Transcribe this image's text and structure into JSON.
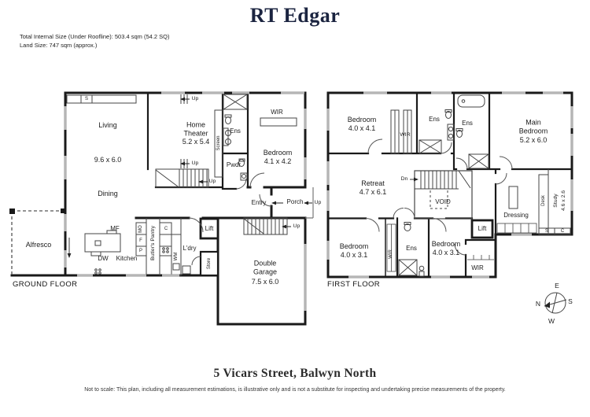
{
  "header": {
    "brand": "RT Edgar",
    "info_line1": "Total Internal Size (Under Roofline): 503.4 sqm (54.2 SQ)",
    "info_line2": "Land Size: 747 sqm (approx.)"
  },
  "gf": {
    "label": "GROUND FLOOR",
    "living": {
      "name": "Living",
      "dims": "9.6 x 6.0"
    },
    "dining": "Dining",
    "home_theater": {
      "name": "Home Theater",
      "dims": "5.2 x 5.4"
    },
    "screen": "Screen",
    "ens": "Ens",
    "pwdr": "Pwdr",
    "wir": "WIR",
    "bedroom": {
      "name": "Bedroom",
      "dims": "4.1 x 4.2"
    },
    "entry": "Entry",
    "porch": "Porch",
    "up": "Up",
    "lift": "Lift",
    "ldry": "L'dry",
    "store": "Store",
    "alfresco": "Alfresco",
    "kitchen": "Kitchen",
    "butlers_pantry": "Butler's Pantry",
    "appliances": {
      "mf": "MF",
      "dw": "DW",
      "mo": "MO",
      "f": "F",
      "p": "P",
      "c": "C",
      "wm": "WM",
      "s": "S"
    },
    "garage": {
      "name": "Double Garage",
      "dims": "7.5 x 6.0"
    }
  },
  "ff": {
    "label": "FIRST FLOOR",
    "bedroom1": {
      "name": "Bedroom",
      "dims": "4.0 x 4.1"
    },
    "main_bedroom": {
      "name": "Main Bedroom",
      "dims": "5.2 x 6.0"
    },
    "retreat": {
      "name": "Retreat",
      "dims": "4.7 x 6.1"
    },
    "study": {
      "name": "Study",
      "dims": "4.6 x 2.6"
    },
    "bedroom2": {
      "name": "Bedroom",
      "dims": "4.0 x 3.1"
    },
    "bedroom3": {
      "name": "Bedroom",
      "dims": "4.0 x 3.1"
    },
    "wir": "WIR",
    "ens": "Ens",
    "lift": "Lift",
    "void": "VOID",
    "dressing": "Dressing",
    "desk": "Desk",
    "dn": "Dn",
    "s": "S",
    "c": "C"
  },
  "compass": {
    "n": "N",
    "e": "E",
    "s": "S",
    "w": "W"
  },
  "footer": {
    "address": "5 Vicars Street, Balwyn North",
    "disclaimer": "Not to scale: This plan, including all measurement estimations, is illustrative only and is not a substitute for inspecting and undertaking precise measurements of the property."
  },
  "colors": {
    "brand_navy": "#1b2440",
    "wall_black": "#1a1a1a",
    "window_gray": "#b5b5b5"
  }
}
